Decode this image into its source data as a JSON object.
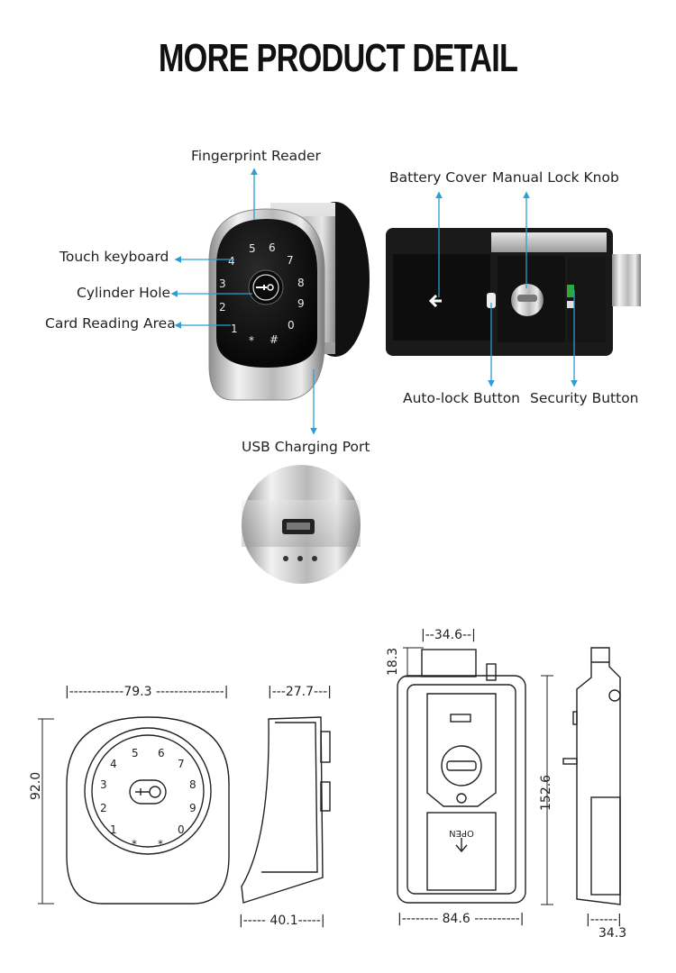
{
  "header": {
    "title": "MORE PRODUCT DETAIL"
  },
  "callouts": {
    "fingerprint_reader": "Fingerprint Reader",
    "touch_keyboard": "Touch keyboard",
    "cylinder_hole": "Cylinder Hole",
    "card_reading_area": "Card Reading Area",
    "usb_charging_port": "USB Charging Port",
    "battery_cover": "Battery Cover",
    "manual_lock_knob": "Manual Lock Knob",
    "auto_lock_button": "Auto-lock Button",
    "security_button": "Security Button"
  },
  "keypad": {
    "keys": [
      "5",
      "6",
      "4",
      "7",
      "3",
      "8",
      "2",
      "9",
      "1",
      "0",
      "*",
      "#"
    ]
  },
  "body_text": {
    "open": "OPEN"
  },
  "dimensions": {
    "front_width": "|------------79.3 ---------------|",
    "front_height": "92.0",
    "side_depth_top": "|---27.7---|",
    "side_depth_bottom": "|----- 40.1-----|",
    "rear_bolt_width": "|--34.6--|",
    "rear_bolt_height": "18.3",
    "rear_width": "|-------- 84.6 ----------|",
    "rear_height": "152.6",
    "side2_depth": "34.3",
    "side2_dash": "|------|"
  },
  "colors": {
    "accent": "#2a9fd6"
  }
}
